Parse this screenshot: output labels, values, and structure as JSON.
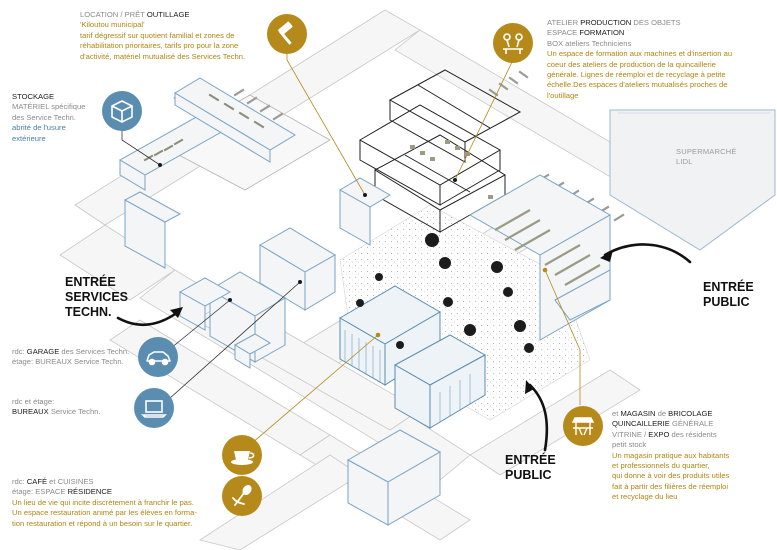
{
  "annotations": {
    "outillage": {
      "line1_gray": "LOCATION / PRÊT ",
      "line1_black": "OUTILLAGE",
      "line2": "'Kiloutou municipal'",
      "line3": "tarif dégressif sur quotient familial et zones de",
      "line4": "réhabilitation prioritaires, tarifs pro pour la zone",
      "line5": "d'activité,  matériel mutualisé des Services Techn."
    },
    "stockage": {
      "title": "STOCKAGE",
      "line1": "MATÉRIEL spécifique",
      "line2": "des Service Techn.",
      "line3": "abrité de l'usure",
      "line4": "extérieure"
    },
    "atelier": {
      "line1_gray": "ATELIER ",
      "line1_black": "PRODUCTION",
      "line1_gray2": " DES OBJETS",
      "line2_gray": "ESPACE ",
      "line2_black": "FORMATION",
      "line3": "BOX ateliers Techniciens",
      "line4": "Un espace de formation aux machines et d'insertion au",
      "line5": "coeur des ateliers de production de la quincaillerie",
      "line6": "générale. Lignes de réemploi et de recyclage à petite",
      "line7": "échelle.Des espaces d'ateliers mutualisés proches de",
      "line8": "l'outillage"
    },
    "supermarche": {
      "line1": "SUPERMARCHÉ",
      "line2": "LIDL"
    },
    "garage": {
      "line1_gray": "rdc: ",
      "line1_black": "GARAGE",
      "line1_gray2": " des Services Techn.",
      "line2": "étage: BUREAUX Service Techn."
    },
    "bureaux": {
      "line1": "rdc et étage:",
      "line2_black": "BUREAUX",
      "line2_gray": " Service Techn."
    },
    "cafe": {
      "line1_gray": "rdc: ",
      "line1_black": "CAFÉ",
      "line1_gray2": " et CUISINES",
      "line2_gray": "étage: ESPACE ",
      "line2_black": "RÉSIDENCE",
      "line3": "Un lieu de vie qui incite discrètement à franchir le pas.",
      "line4": "Un espace restauration animé par les élèves en forma-",
      "line5": "tion restauration et répond à un besoin sur le quartier."
    },
    "magasin": {
      "line1_gray": "et ",
      "line1_black": "MAGASIN",
      "line1_gray2": " de ",
      "line1_black2": "BRICOLAGE",
      "line2_black": "QUINCAILLERIE",
      "line2_gray": " GÉNÉRALE",
      "line3_gray": "VITRINE / ",
      "line3_black": "EXPO",
      "line3_gray2": " des résidents",
      "line4": "petit stock",
      "line5": "Un magasin pratique aux habitants",
      "line6": "et professionnels du quartier,",
      "line7": "qui donne à voir des produits utiles",
      "line8": "fait à partir des filières de réemploi",
      "line9": "et recyclage du lieu"
    }
  },
  "entries": {
    "services": {
      "line1": "ENTRÉE",
      "line2": "SERVICES",
      "line3": "TECHN."
    },
    "public_right": {
      "line1": "ENTRÉE",
      "line2": "PUBLIC"
    },
    "public_bottom": {
      "line1": "ENTRÉE",
      "line2": "PUBLIC"
    }
  },
  "icons": {
    "hammer": "hammer-icon",
    "workshop": "workshop-icon",
    "box": "box-icon",
    "car": "car-icon",
    "laptop": "laptop-icon",
    "cup": "cup-icon",
    "spoon": "spoon-icon",
    "shop": "shop-stall-icon"
  },
  "colors": {
    "gold": "#b58a1b",
    "blue": "#5b8db0",
    "building_line": "#7aa3c4",
    "road": "#c9c9c9"
  }
}
